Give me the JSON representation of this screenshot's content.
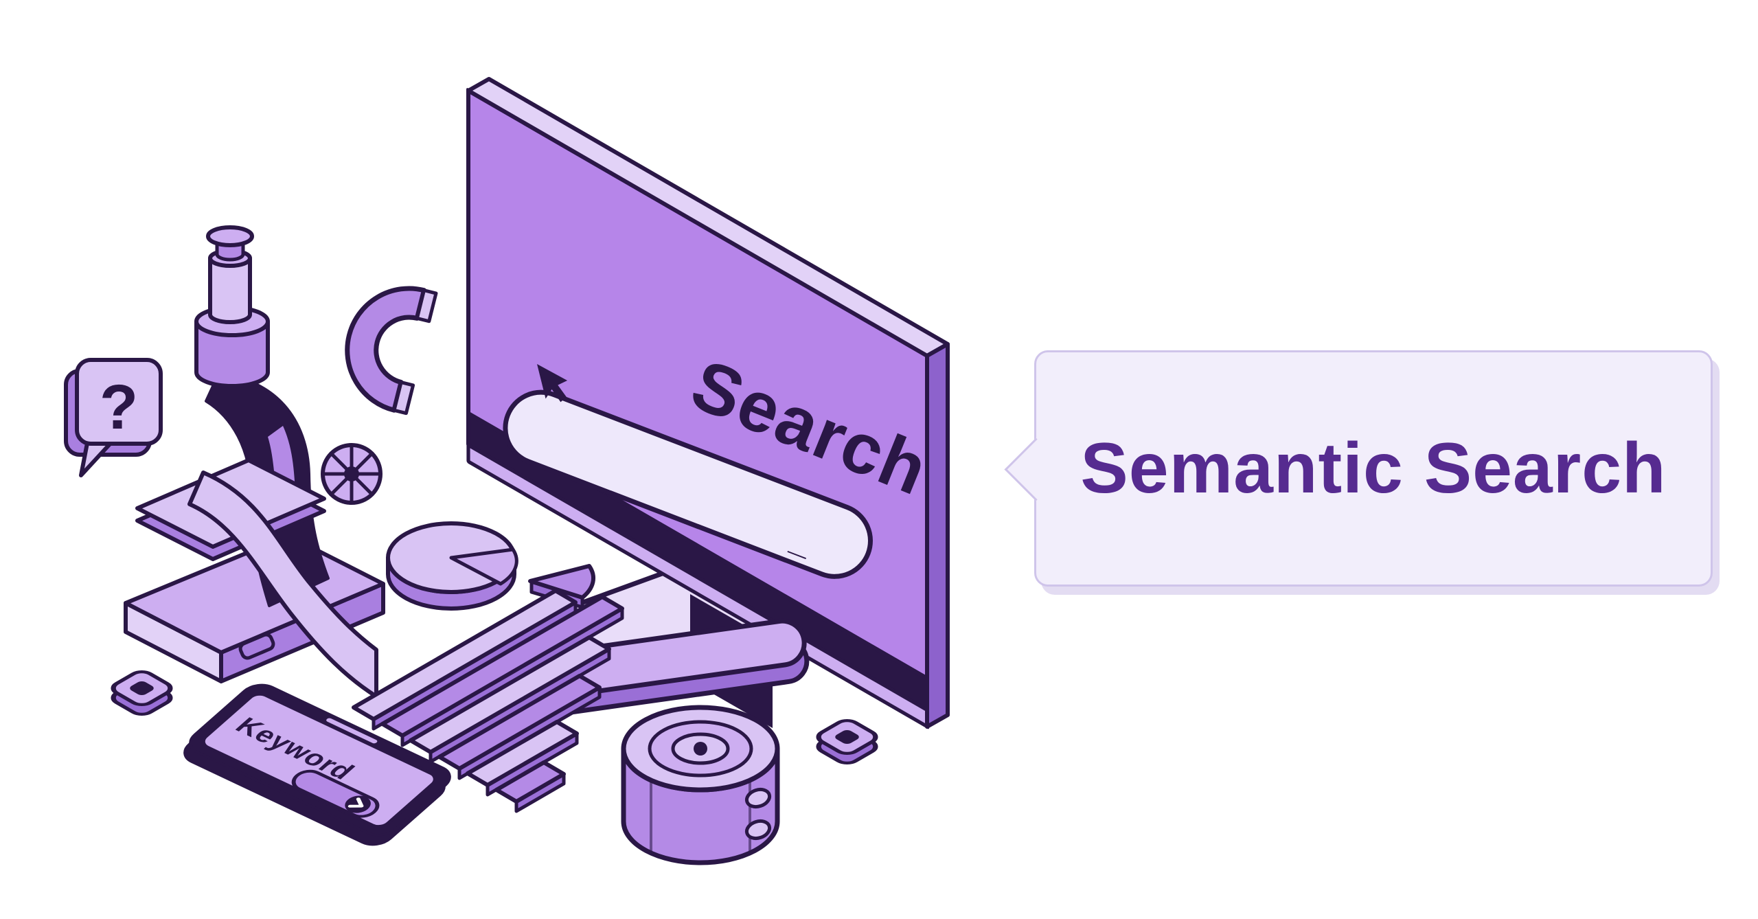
{
  "callout": {
    "label": "Semantic Search",
    "tail_direction": "left"
  },
  "illustration": {
    "monitor": {
      "search_label": "Search",
      "caret": "_"
    },
    "phone": {
      "screen_label": "Keyword"
    },
    "speech_bubble": {
      "label": "?"
    }
  },
  "icons": {
    "cursor": "mouse-pointer",
    "phone_button": "chevron-right",
    "bubble": "question-mark",
    "objects": [
      "magnet",
      "monitor",
      "microscope",
      "pie-chart",
      "bar-chart",
      "data-ribbon",
      "smartphone",
      "lens-cylinder",
      "cube-button",
      "cube-button"
    ]
  },
  "colors": {
    "outline": "#2a1746",
    "purple_screen": "#b685e9",
    "purple_light": "#d9c4f4",
    "purple_lighter": "#e9ddf9",
    "purple_mid": "#b48ae6",
    "purple_deep": "#9a6fd6",
    "callout_bg": "#f2eefb",
    "callout_border": "#cfc4ea",
    "callout_text": "#562b90",
    "background": "#ffffff"
  }
}
